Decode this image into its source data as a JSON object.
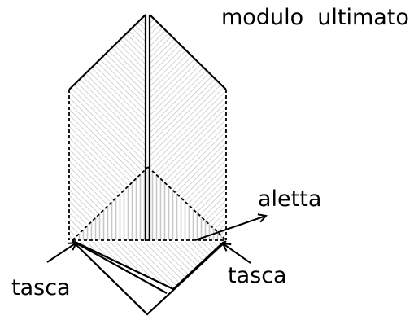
{
  "title": "modulo  ultimato",
  "labels": {
    "aletta": "aletta",
    "tasca_left": "tasca",
    "tasca_right": "tasca"
  },
  "colors": {
    "line": "#000000",
    "hatch": "#c8c8c8",
    "background": "#ffffff"
  }
}
